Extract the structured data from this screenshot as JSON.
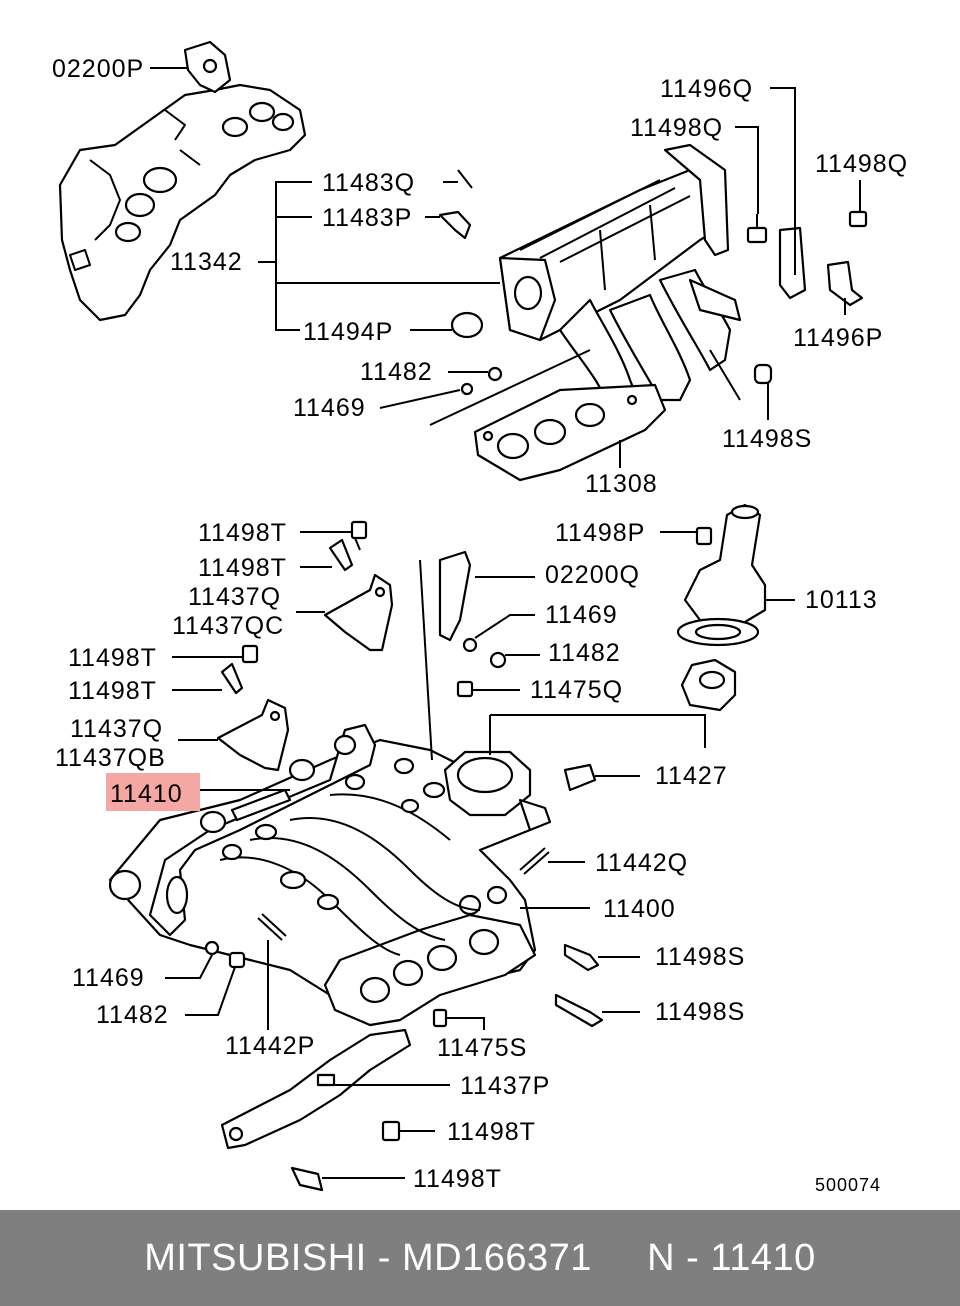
{
  "labels": {
    "p02200P": "02200P",
    "p11496Q": "11496Q",
    "p11498Q_a": "11498Q",
    "p11498Q_b": "11498Q",
    "p11483Q": "11483Q",
    "p11483P": "11483P",
    "p11342": "11342",
    "p11494P": "11494P",
    "p11496P": "11496P",
    "p11482_a": "11482",
    "p11469_a": "11469",
    "p11498S_a": "11498S",
    "p11308": "11308",
    "p11498T_a": "11498T",
    "p11498T_b": "11498T",
    "p11437Q_a": "11437Q",
    "p11437QC": "11437QC",
    "p11498P": "11498P",
    "p02200Q": "02200Q",
    "p10113": "10113",
    "p11469_b": "11469",
    "p11482_b": "11482",
    "p11475Q": "11475Q",
    "p11498T_c": "11498T",
    "p11498T_d": "11498T",
    "p11437Q_b": "11437Q",
    "p11437QB": "11437QB",
    "p11410": "11410",
    "p11427": "11427",
    "p11442Q": "11442Q",
    "p11400": "11400",
    "p11498S_b": "11498S",
    "p11498S_c": "11498S",
    "p11469_c": "11469",
    "p11482_c": "11482",
    "p11442P": "11442P",
    "p11475S": "11475S",
    "p11437P": "11437P",
    "p11498T_e": "11498T",
    "p11498T_f": "11498T",
    "diagram_id": "500074"
  },
  "highlight_color": "#f4a7a3",
  "footer": {
    "text": "MITSUBISHI - MD166371     N - 11410"
  }
}
